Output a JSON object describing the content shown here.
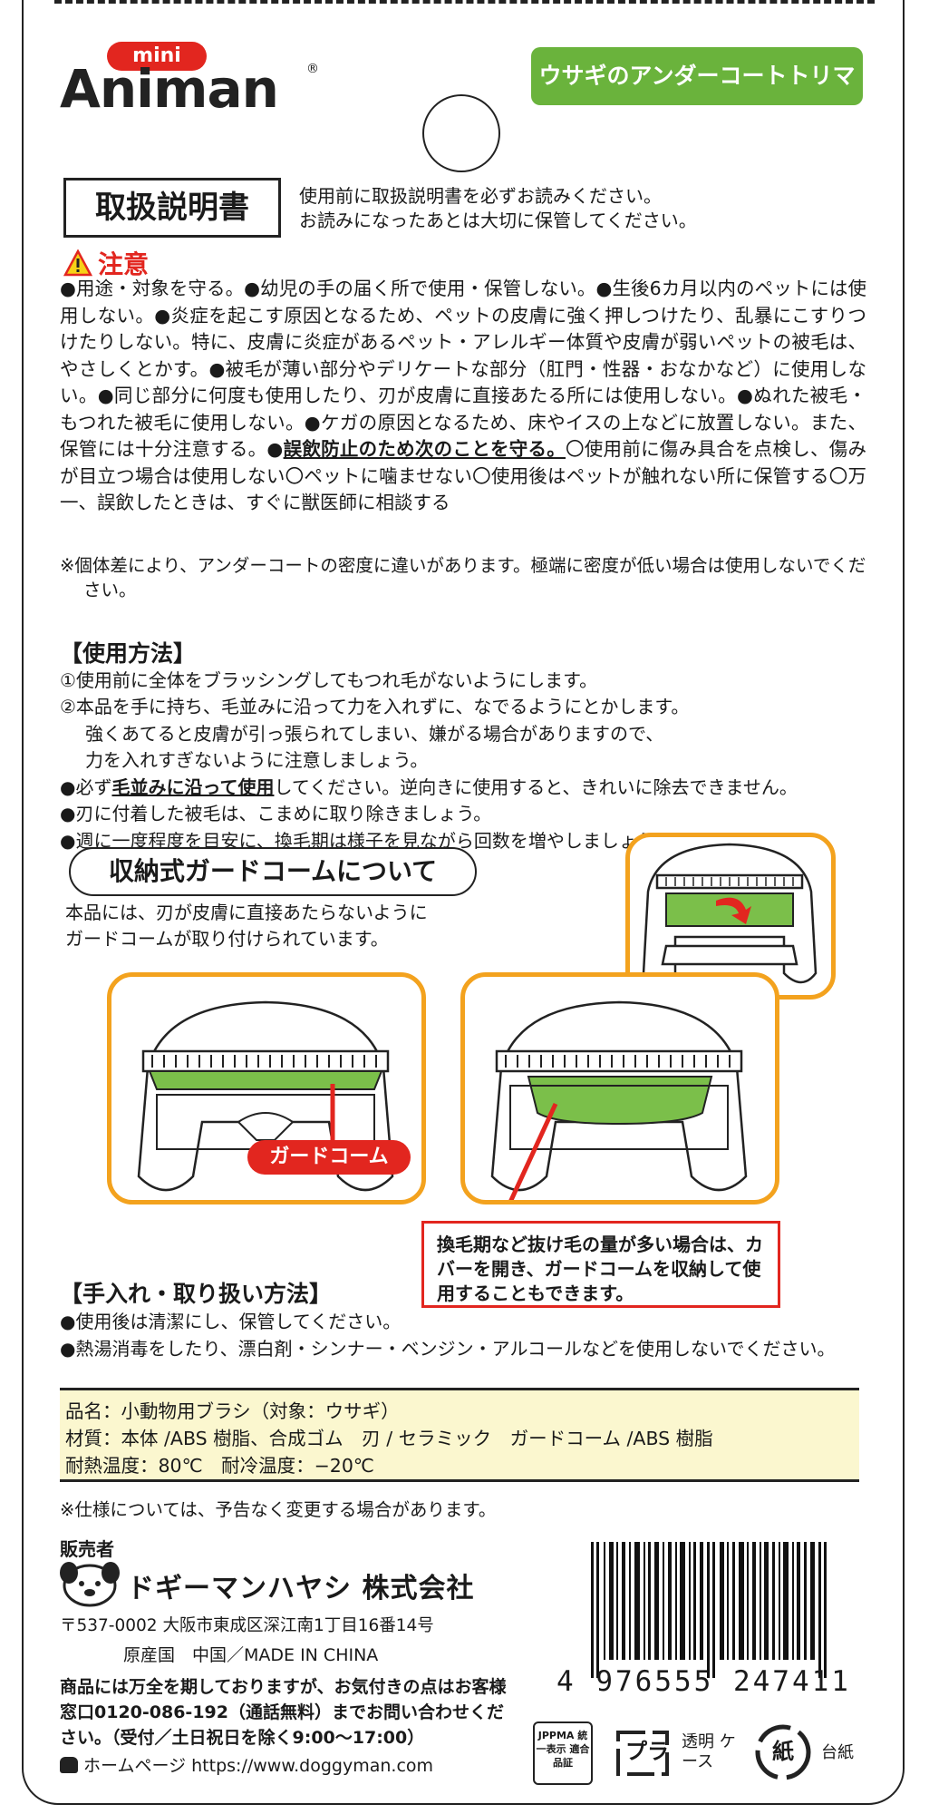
{
  "brand": {
    "mini": "mini",
    "name": "Animan",
    "reg": "®"
  },
  "product_badge": "ウサギのアンダーコートトリマー",
  "manual": {
    "title": "取扱説明書",
    "note_lines": [
      "使用前に取扱説明書を必ずお読みください。",
      "お読みになったあとは大切に保管してください。"
    ]
  },
  "caution": {
    "heading": "注意",
    "body_before": "●用途・対象を守る。●幼児の手の届く所で使用・保管しない。●生後6カ月以内のペットには使用しない。●炎症を起こす原因となるため、ペットの皮膚に強く押しつけたり、乱暴にこすりつけたりしない。特に、皮膚に炎症があるペット・アレルギー体質や皮膚が弱いペットの被毛は、やさしくとかす。●被毛が薄い部分やデリケートな部分（肛門・性器・おなかなど）に使用しない。●同じ部分に何度も使用したり、刃が皮膚に直接あたる所には使用しない。●ぬれた被毛・もつれた被毛に使用しない。●ケガの原因となるため、床やイスの上などに放置しない。また、保管には十分注意する。●",
    "body_underline": "誤飲防止のため次のことを守る。",
    "body_after": "〇使用前に傷み具合を点検し、傷みが目立つ場合は使用しない〇ペットに噛ませない〇使用後はペットが触れない所に保管する〇万一、誤飲したときは、すぐに獣医師に相談する",
    "note": "※個体差により、アンダーコートの密度に違いがあります。極端に密度が低い場合は使用しないでください。"
  },
  "usage": {
    "heading": "【使用方法】",
    "step1": "①使用前に全体をブラッシングしてもつれ毛がないようにします。",
    "step2": "②本品を手に持ち、毛並みに沿って力を入れずに、なでるようにとかします。",
    "step2_sub1": "強くあてると皮膚が引っ張られてしまい、嫌がる場合がありますので、",
    "step2_sub2": "力を入れすぎないように注意しましょう。",
    "bullet1_pre": "●必ず",
    "bullet1_underline": "毛並みに沿って使用",
    "bullet1_post": "してください。逆向きに使用すると、きれいに除去できません。",
    "bullet2": "●刃に付着した被毛は、こまめに取り除きましょう。",
    "bullet3": "●週に一度程度を目安に、換毛期は様子を見ながら回数を増やしましょう。"
  },
  "guard": {
    "title": "収納式ガードコームについて",
    "desc_line1": "本品には、刃が皮膚に直接あたらないように",
    "desc_line2": "ガードコームが取り付けられています。",
    "label": "ガードコーム",
    "callout": "換毛期など抜け毛の量が多い場合は、カバーを開き、ガードコームを収納して使用することもできます。"
  },
  "care": {
    "heading": "【手入れ・取り扱い方法】",
    "line1": "●使用後は清潔にし、保管してください。",
    "line2": "●熱湯消毒をしたり、漂白剤・シンナー・ベンジン・アルコールなどを使用しないでください。"
  },
  "spec": {
    "line1": "品名：小動物用ブラシ（対象：ウサギ）",
    "line2": "材質：本体 /ABS 樹脂、合成ゴム　刃 / セラミック　ガードコーム /ABS 樹脂",
    "line3": "耐熱温度：80℃　耐冷温度：−20℃",
    "note": "※仕様については、予告なく変更する場合があります。"
  },
  "seller": {
    "label": "販売者",
    "company": "ドギーマンハヤシ 株式会社",
    "address": "〒537-0002 大阪市東成区深江南1丁目16番14号",
    "origin": "原産国　中国／MADE IN CHINA",
    "contact": "商品には万全を期しておりますが、お気付きの点はお客様窓口0120-086-192（通話無料）までお問い合わせください。（受付／土日祝日を除く9:00〜17:00）",
    "homepage": "ホームページ https://www.doggyman.com"
  },
  "barcode": {
    "number": "4 976555 247411"
  },
  "marks": {
    "jppma": "JPPMA 統一表示 適合品証",
    "pla": "プラ",
    "pla_label": "透明 ケース",
    "kami": "紙",
    "kami_label": "台紙"
  },
  "colors": {
    "brand_red": "#e2261f",
    "green": "#6ab33c",
    "orange": "#f3a21e",
    "spec_bg": "#fbf7cf"
  }
}
